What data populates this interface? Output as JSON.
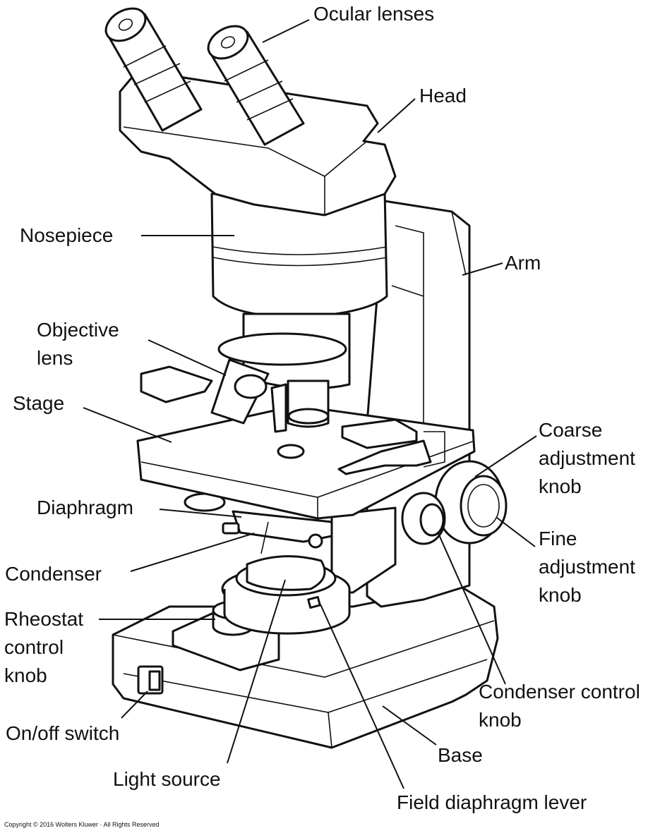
{
  "labels": {
    "ocular_lenses": "Ocular lenses",
    "head": "Head",
    "nosepiece": "Nosepiece",
    "arm": "Arm",
    "objective_lens_1": "Objective",
    "objective_lens_2": "lens",
    "stage": "Stage",
    "coarse_1": "Coarse",
    "coarse_2": "adjustment",
    "coarse_3": "knob",
    "diaphragm": "Diaphragm",
    "fine_1": "Fine",
    "fine_2": "adjustment",
    "fine_3": "knob",
    "condenser": "Condenser",
    "rheostat_1": "Rheostat",
    "rheostat_2": "control",
    "rheostat_3": "knob",
    "condenser_control_1": "Condenser control",
    "condenser_control_2": "knob",
    "on_off_switch": "On/off switch",
    "base": "Base",
    "light_source": "Light source",
    "field_diaphragm_lever": "Field diaphragm lever"
  },
  "copyright": "Copyright © 2016 Wolters Kluwer · All Rights Reserved"
}
